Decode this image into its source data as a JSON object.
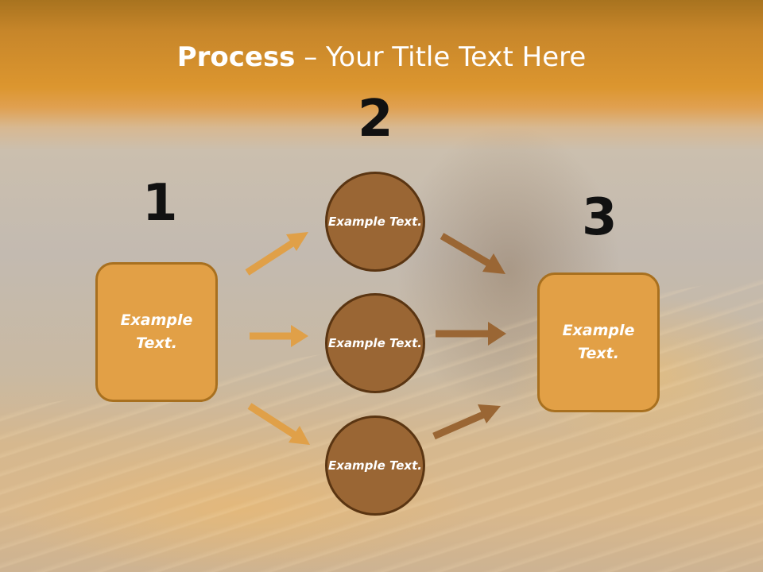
{
  "title": {
    "bold": "Process",
    "rest": " – Your Title Text Here"
  },
  "steps": [
    {
      "number": "1",
      "box_text": "Example Text."
    },
    {
      "number": "2",
      "circle_texts": [
        "Example Text.",
        "Example Text.",
        "Example Text."
      ]
    },
    {
      "number": "3",
      "box_text": "Example Text."
    }
  ],
  "colors": {
    "box_fill": "#e2a046",
    "circle_fill": "#9a6634",
    "arrow_light": "#e0a048",
    "arrow_dark": "#9a6634",
    "title_band": "#dc962f"
  }
}
